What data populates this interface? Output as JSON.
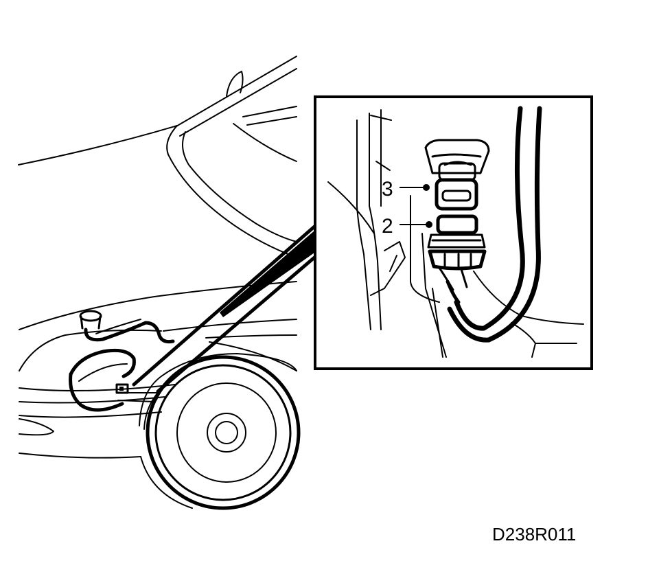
{
  "callouts": [
    {
      "number": "3"
    },
    {
      "number": "2"
    }
  ],
  "figure_code": "D238R011"
}
